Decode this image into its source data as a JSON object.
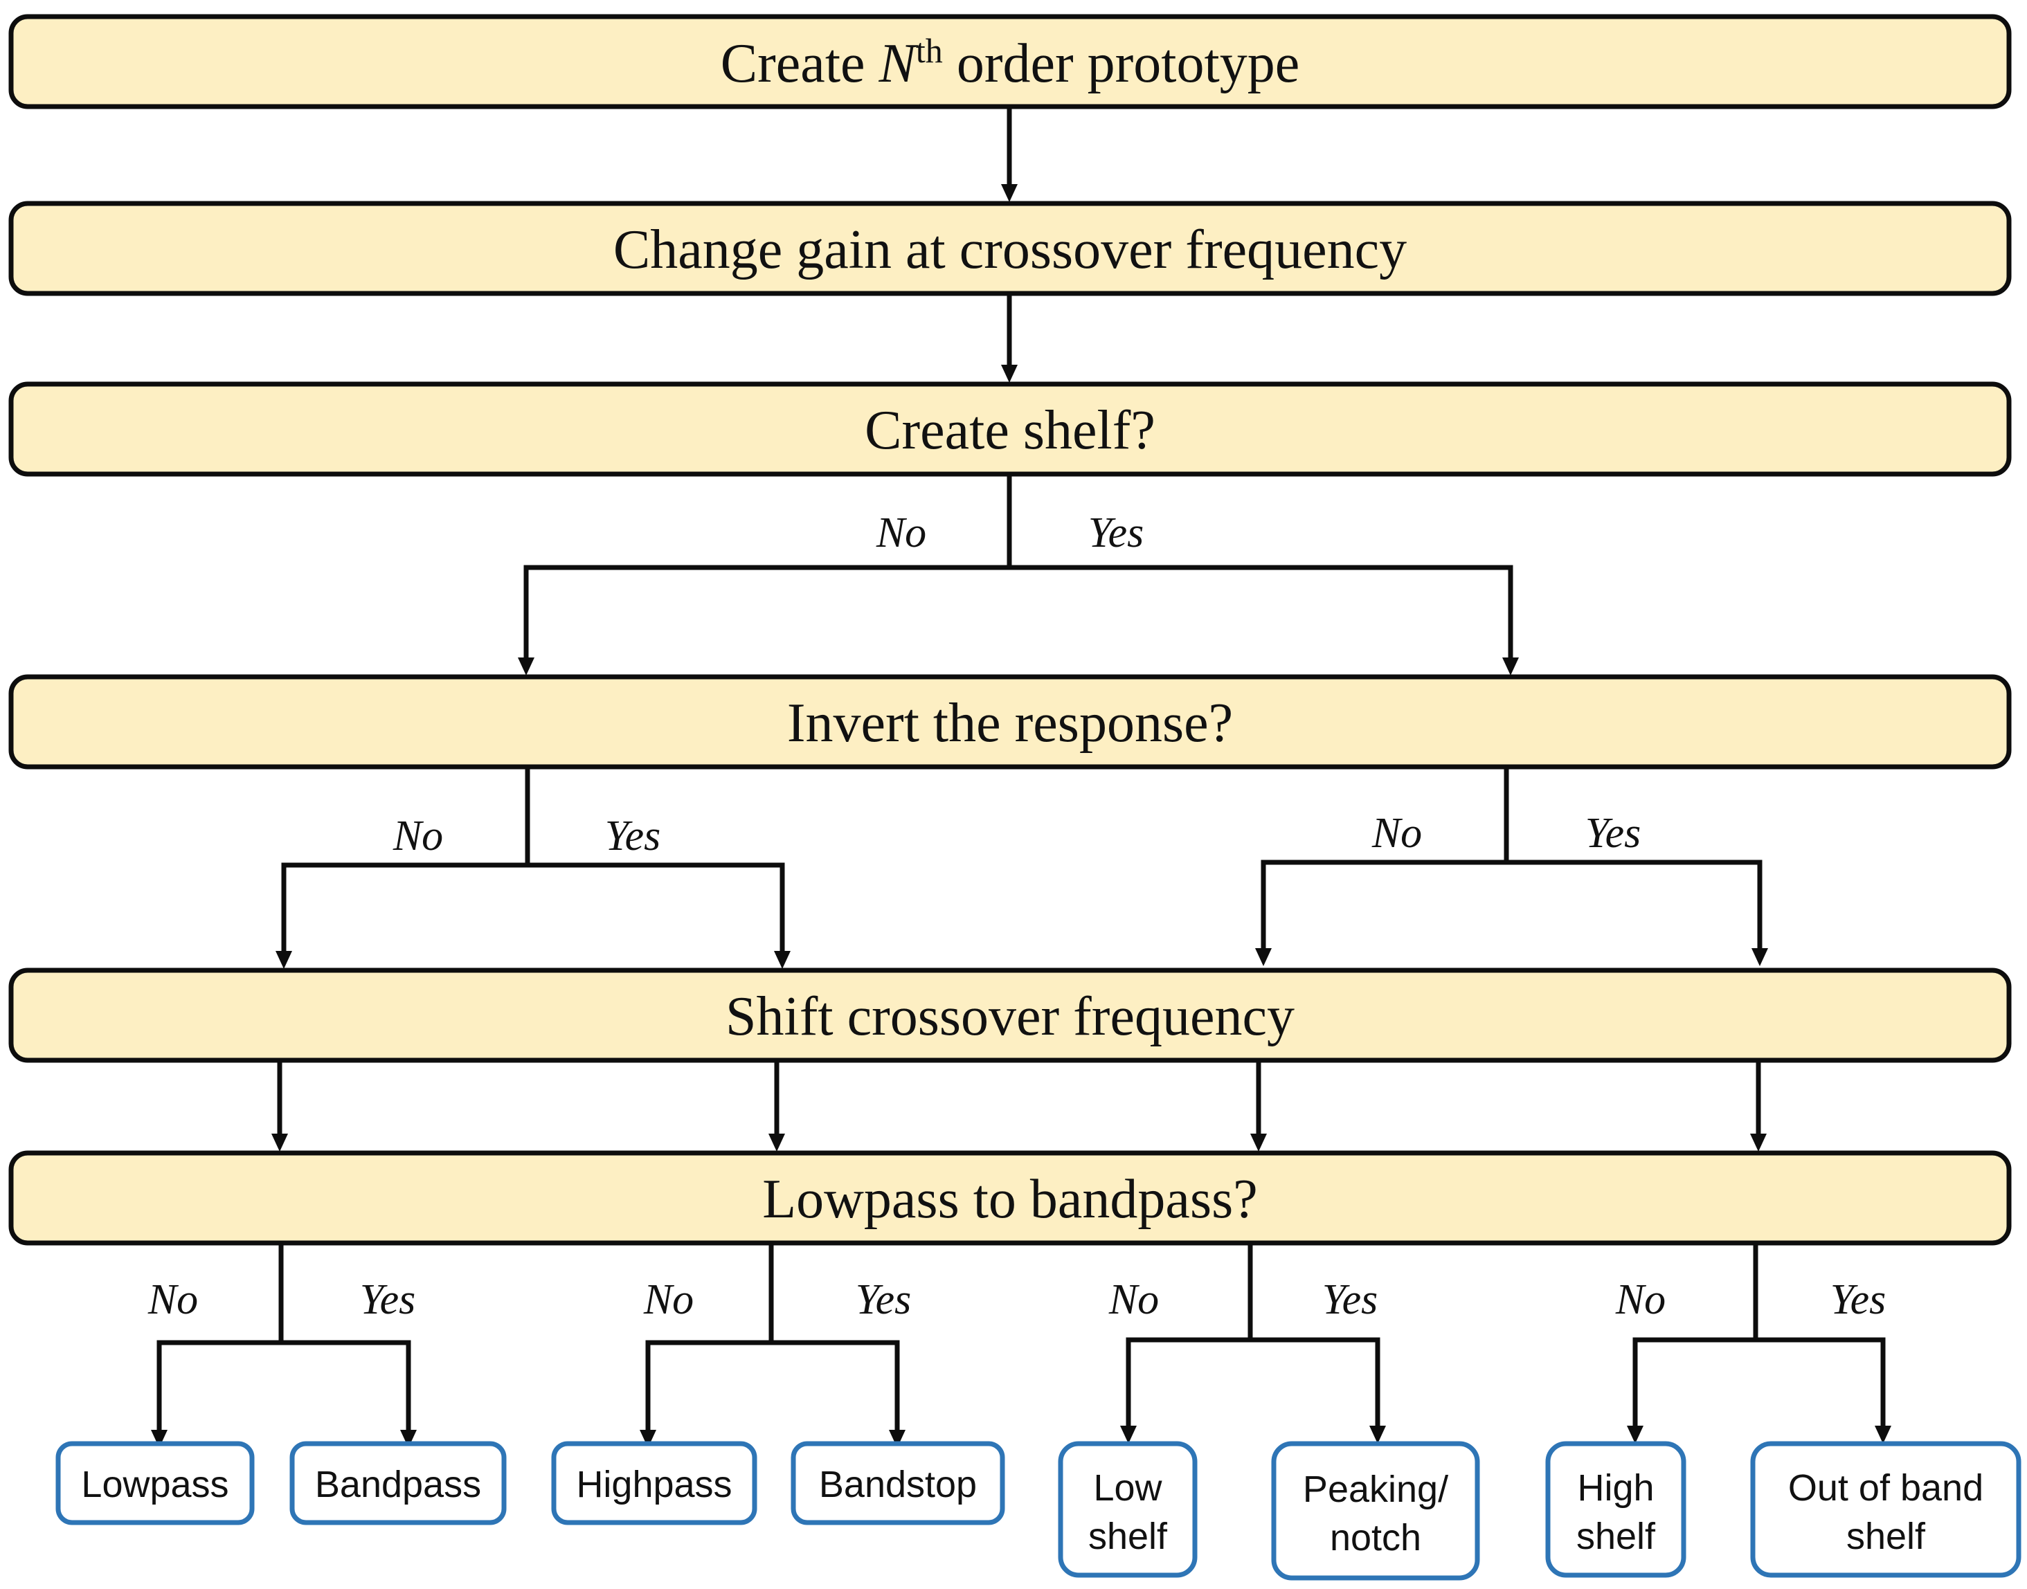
{
  "colors": {
    "step_fill": "#fdefc3",
    "step_stroke": "#0d0d0d",
    "output_stroke": "#2e75b6",
    "line": "#0d0d0d"
  },
  "steps": {
    "prototype": {
      "pre": "Create ",
      "var": "N",
      "sup": "th",
      "post": " order prototype"
    },
    "gain": "Change gain at crossover frequency",
    "shelf": "Create shelf?",
    "invert": "Invert the response?",
    "shift": "Shift crossover frequency",
    "bandpass": "Lowpass to bandpass?"
  },
  "branch_labels": {
    "no": "No",
    "yes": "Yes"
  },
  "outputs": {
    "lowpass": "Lowpass",
    "bandpass": "Bandpass",
    "highpass": "Highpass",
    "bandstop": "Bandstop",
    "low_shelf": [
      "Low",
      "shelf"
    ],
    "peaking_notch": [
      "Peaking/",
      "notch"
    ],
    "high_shelf": [
      "High",
      "shelf"
    ],
    "out_of_band_shelf": [
      "Out of band",
      "shelf"
    ]
  }
}
